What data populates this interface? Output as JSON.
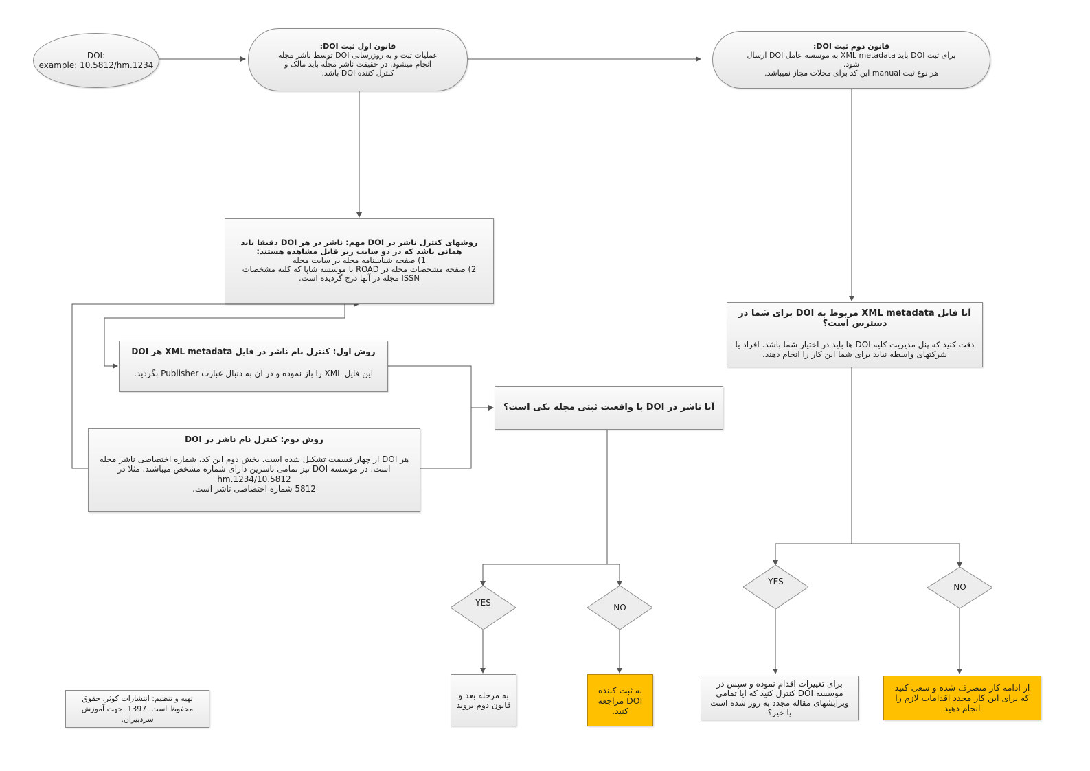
{
  "start": {
    "line1": "DOI:",
    "line2": "example: 10.5812/hm.1234"
  },
  "rule1": {
    "title": "قانون اول ثبت DOI:",
    "body": "عملیات ثبت و به روزرسانی DOI توسط ناشر مجله انجام میشود. در حقیقت ناشر مجله باید مالک و کنترل کننده DOI باشد."
  },
  "rule2": {
    "title": "قانون دوم ثبت DOI:",
    "line1": "برای ثبت DOI باید XML metadata به موسسه عامل DOI ارسال شود.",
    "line2": "هر نوع ثبت manual این کد برای مجلات مجاز نمیباشد."
  },
  "control_methods": {
    "title": "روشهای کنترل ناشر در DOI مهم: ناشر در هر DOI دقیقا باید همانی باشد که در دو سایت زیر قابل مشاهده هستند:",
    "item1": "1) صفحه شناسنامه مجله در سایت مجله",
    "item2": "2) صفحه مشخصات مجله در ROAD یا موسسه شاپا که کلیه مشخصات ISSN مجله در آنها درج گردیده است."
  },
  "method1": {
    "title": "روش اول: کنترل نام ناشر در فایل XML metadata هر DOI",
    "body": "این فایل XML را باز نموده و در آن به دنبال عبارت Publisher بگردید."
  },
  "method2": {
    "title": "روش دوم: کنترل نام ناشر در DOI",
    "body": "هر DOI از چهار قسمت تشکیل شده است. بخش دوم این کد، شماره اختصاصی ناشر مجله است. در موسسه DOI نیز تمامی ناشرین دارای شماره مشخص میباشند. مثلا در",
    "example": "hm.1234/10.5812",
    "footer": "5812 شماره اختصاصی ناشر است."
  },
  "question1": {
    "text": "آیا ناشر در DOI  با واقعیت ثبتی مجله یکی است؟"
  },
  "question2": {
    "title": "آیا فایل XML metadata  مربوط به DOI برای شما در دسترس است؟",
    "body": "دقت کنید که پنل مدیریت کلیه DOI ها باید در اختیار شما باشد. افراد یا شرکتهای واسطه نباید برای شما این کار را انجام دهند."
  },
  "decisions": {
    "yes": "YES",
    "no": "NO"
  },
  "outcomes": {
    "next_rule": "به مرحله بعد و قانون دوم بروید",
    "contact_registrar": "به ثبت کننده DOI مراجعه کنید.",
    "update": "برای تغییرات اقدام نموده و سپس در موسسه DOI کنترل کنید که آیا تمامی ویرایشهای مقاله مجدد به روز شده است یا خیر؟",
    "stop": "از ادامه کار منصرف شده و سعی کنید که برای این کار مجدد اقدامات لازم را انجام دهید"
  },
  "credit": {
    "text": "تهیه و تنظیم: انتشارات کوثر. حقوق محفوظ است. 1397. جهت آموزش سردبیران."
  },
  "colors": {
    "box_fill": "#eeeeee",
    "border": "#8c8c8c",
    "line": "#555555",
    "highlight": "#ffc000"
  }
}
